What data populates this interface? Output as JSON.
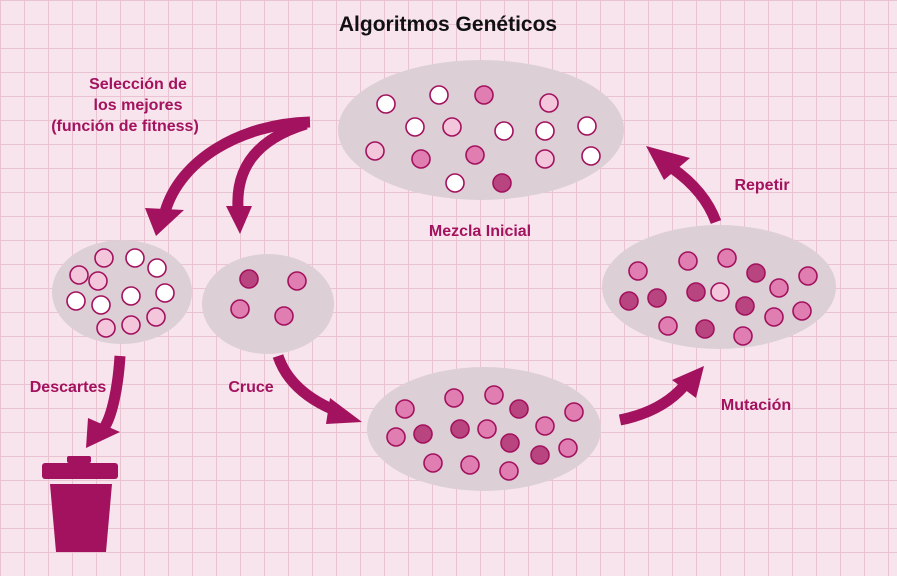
{
  "title": "Algoritmos Genéticos",
  "labels": {
    "seleccion_line1": "Selección de",
    "seleccion_line2": "los mejores",
    "seleccion_line3": "(función de fitness)",
    "mezcla": "Mezcla Inicial",
    "repetir": "Repetir",
    "mutacion": "Mutación",
    "cruce": "Cruce",
    "descartes": "Descartes"
  },
  "colors": {
    "background": "#f8e4ec",
    "grid": "#e9c3d2",
    "accent": "#a3125e",
    "blob": "#dccfd6",
    "dot_white": "#ffffff",
    "dot_light": "#f4c6dc",
    "dot_mid": "#e07db1",
    "dot_dark": "#b8457f"
  },
  "icons": [
    "trash-can-icon"
  ]
}
